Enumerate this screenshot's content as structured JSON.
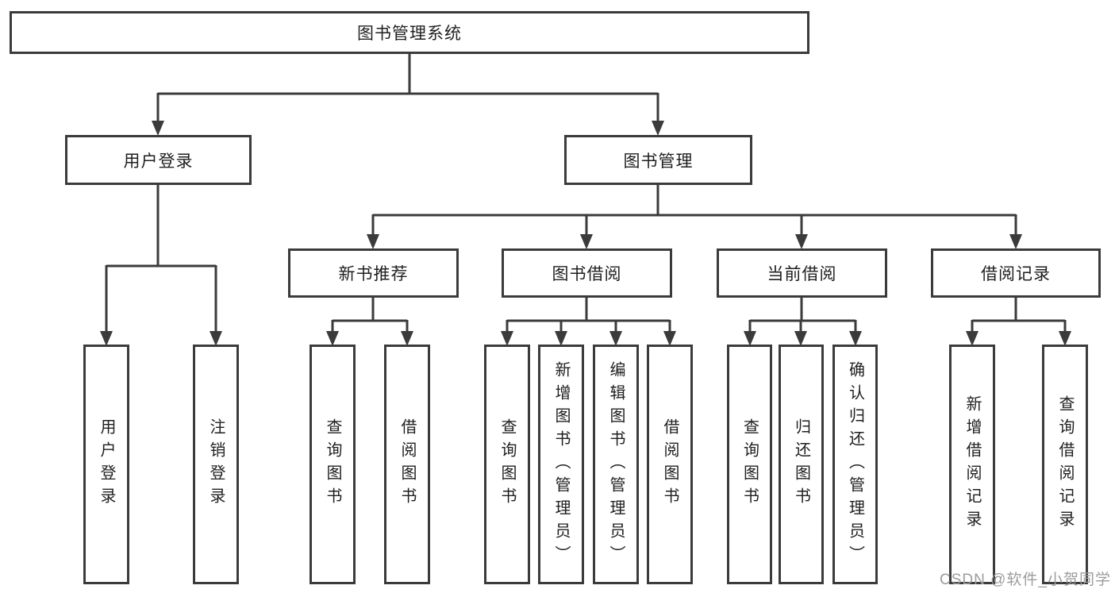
{
  "diagram": {
    "root": {
      "label": "图书管理系统"
    },
    "branches": {
      "user_login": {
        "label": "用户登录",
        "children": [
          {
            "label": "用户登录"
          },
          {
            "label": "注销登录"
          }
        ]
      },
      "book_mgmt": {
        "label": "图书管理",
        "children": [
          {
            "label": "新书推荐",
            "children": [
              {
                "label": "查询图书"
              },
              {
                "label": "借阅图书"
              }
            ]
          },
          {
            "label": "图书借阅",
            "children": [
              {
                "label": "查询图书"
              },
              {
                "label": "新增图书（管理员）"
              },
              {
                "label": "编辑图书（管理员）"
              },
              {
                "label": "借阅图书"
              }
            ]
          },
          {
            "label": "当前借阅",
            "children": [
              {
                "label": "查询图书"
              },
              {
                "label": "归还图书"
              },
              {
                "label": "确认归还（管理员）"
              }
            ]
          },
          {
            "label": "借阅记录",
            "children": [
              {
                "label": "新增借阅记录"
              },
              {
                "label": "查询借阅记录"
              }
            ]
          }
        ]
      }
    }
  },
  "watermark": {
    "text": "CSDN @软件_小贺同学"
  },
  "colors": {
    "line": "#3b3b3b",
    "box_border": "#3b3b3b",
    "text": "#1f1f1f",
    "watermark": "#9c9c9c",
    "background": "#ffffff"
  }
}
